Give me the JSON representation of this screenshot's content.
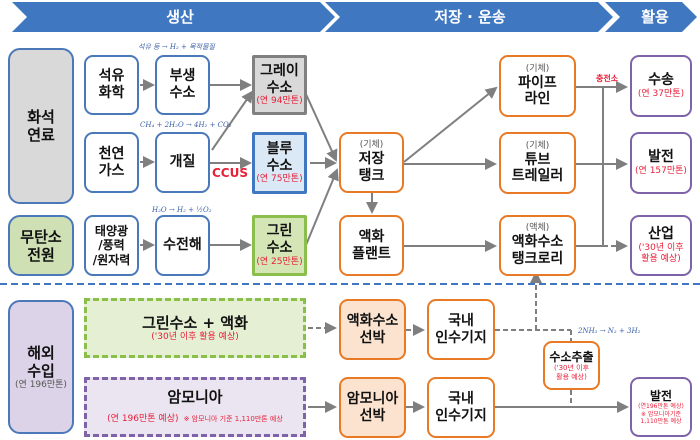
{
  "stages": [
    {
      "label": "생산"
    },
    {
      "label": "저장 · 운송"
    },
    {
      "label": "활용"
    }
  ],
  "sources": {
    "fossil": "화석\n연료",
    "carbon_free": "무탄소\n전원",
    "overseas": "해외\n수입",
    "overseas_note": "(연 196만톤)"
  },
  "inputs": {
    "petrochem": "석유\n화학",
    "natural_gas": "천연\n가스",
    "renewable": "태양광\n/풍력\n/원자력"
  },
  "processes": {
    "byproduct": "부생\n수소",
    "reforming": "개질",
    "electrolysis": "수전해"
  },
  "equations": {
    "byproduct": "석유 등 → H₂ + 목적물질",
    "reforming": "CH₄ + 2H₂O → 4H₂ + CO₂",
    "electrolysis": "H₂O → H₂ + ½O₂",
    "ammonia": "2NH₃ → N₂ + 3H₂"
  },
  "hydrogen": {
    "gray": {
      "label": "그레이\n수소",
      "note": "(연 94만톤)"
    },
    "blue": {
      "label": "블루\n수소",
      "note": "(연 75만톤)"
    },
    "green": {
      "label": "그린\n수소",
      "note": "(연 25만톤)"
    }
  },
  "ccus": "CCUS",
  "storage": {
    "tank": {
      "state": "(기체)",
      "label": "저장\n탱크"
    },
    "liquefaction": {
      "label": "액화\n플랜트"
    },
    "pipeline": {
      "state": "(기체)",
      "label": "파이프\n라인"
    },
    "tube_trailer": {
      "state": "(기체)",
      "label": "튜브\n트레일러"
    },
    "lh2_tanker": {
      "state": "(액체)",
      "label": "액화수소\n탱크로리"
    },
    "charging_station": "충전소"
  },
  "usage": {
    "transport": {
      "label": "수송",
      "note": "(연 37만톤)"
    },
    "power": {
      "label": "발전",
      "note": "(연 157만톤)"
    },
    "industry": {
      "label": "산업",
      "note": "('30년 이후\n활용 예상)"
    },
    "import_power": {
      "label": "발전",
      "note": "(연196만톤 예상)",
      "note2": "※ 암모니아기준\n1,110만톤 예상"
    }
  },
  "imports": {
    "green_liq": {
      "label": "그린수소 + 액화",
      "note": "('30년 이후 활용 예상)"
    },
    "ammonia": {
      "label": "암모니아",
      "note": "(연 196만톤 예상)",
      "note2": "※ 암모니아 기준 1,110만톤 예상"
    },
    "lh2_ship": "액화수소\n선박",
    "nh3_ship": "암모니아\n선박",
    "terminal1": "국내\n인수기지",
    "terminal2": "국내\n인수기지",
    "extraction": {
      "label": "수소추출",
      "note": "('30년 이후\n활용 예상)"
    }
  }
}
